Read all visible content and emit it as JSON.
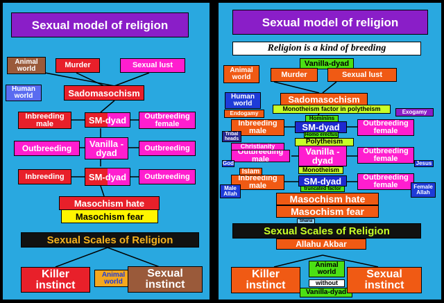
{
  "left": {
    "title": "Sexual model of religion",
    "animal_world": "Animal\nworld",
    "murder": "Murder",
    "sexual_lust": "Sexual lust",
    "human_world": "Human\nworld",
    "sadomasochism": "Sadomasochism",
    "inbreeding_male": "Inbreeding\nmale",
    "sm_dyad_1": "SM-dyad",
    "outbreeding_female": "Outbreeding\nfemale",
    "outbreeding": "Outbreeding",
    "vanilla_dyad": "Vanilla -\ndyad",
    "outbreeding_r": "Outbreeding",
    "inbreeding": "Inbreeding",
    "sm_dyad_2": "SM-dyad",
    "outbreeding_r2": "Outbreeding",
    "masochism_hate": "Masochism hate",
    "masochism_fear": "Masochism fear",
    "scales": "Sexual Scales of Religion",
    "killer": "Killer\ninstinct",
    "animal_world_2": "Animal\nworld",
    "sexual_instinct": "Sexual\ninstinct"
  },
  "right": {
    "title": "Sexual model of religion",
    "subtitle": "Religion is a kind of breeding",
    "animal_world": "Animal\nworld",
    "vanilla_dyad_top": "Vanilla-dyad",
    "murder": "Murder",
    "sexual_lust": "Sexual lust",
    "human_world": "Human\nworld",
    "sadomasochism": "Sadomasochism",
    "endogamy": "Endogamy",
    "monotheism_factor": "Monotheism factor in polytheism",
    "exogamy": "Exogamy",
    "hominins": "Hominins",
    "inbreeding_male": "Inbreeding\nmale",
    "sm_dyad_1": "SM-dyad",
    "outbreeding_female": "Outbreeding\nfemale",
    "tribal_heads": "Tribal\nheads",
    "homo_erectus": "Homo erectus",
    "polytheism": "Polytheism",
    "christianity": "Christianity",
    "outbreeding_male": "Outbreeding\nmale",
    "vanilla_dyad": "Vanilla -\ndyad",
    "outbreeding_female_2": "Outbreeding\nfemale",
    "god": "God",
    "jesus": "Jesus",
    "islam": "Islam",
    "monotheism": "Monotheism",
    "inbreeding_male_2": "Inbreeding\nmale",
    "sm_dyad_2": "SM-dyad",
    "outbreeding_female_3": "Outbreeding\nfemale",
    "truncated_factor": "truncated factor",
    "male_allah": "Male\nAllah",
    "female_allah": "Female\nAllah",
    "masochism_hate": "Masochism hate",
    "masochism_fear": "Masochism fear",
    "sharia": "Sharia",
    "scales": "Sexual Scales of Religion",
    "allahu_akbar": "Allahu Akbar",
    "killer": "Killer\ninstinct",
    "animal_world_2": "Animal\nworld",
    "without": "without",
    "vanilla_dyad_bottom": "Vanilla-dyad",
    "sexual_instinct": "Sexual\ninstinct"
  }
}
